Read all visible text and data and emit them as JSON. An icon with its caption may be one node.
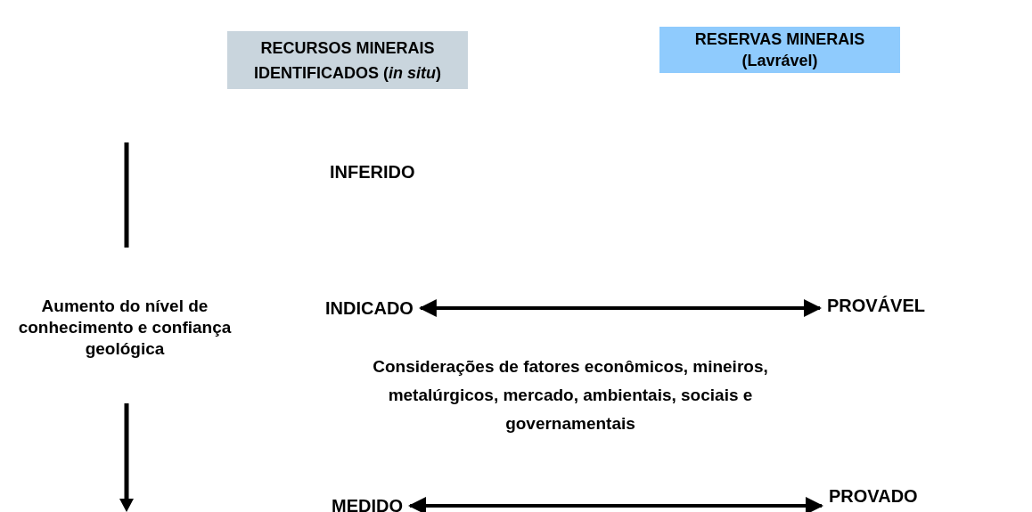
{
  "diagram": {
    "nodes": [
      {
        "text": [
          "RECURSOS MINERAIS IDENTIFICADOS (*in situ*)"
        ]
      },
      {
        "text": [
          "RESERVAS MINERAIS (Lavrável)"
        ]
      },
      {
        "text": [
          "INFERIDO"
        ]
      },
      {
        "text": [
          "INDICADO"
        ]
      },
      {
        "text": [
          "PROVÁVEL"
        ]
      },
      {
        "text": [
          "MEDIDO"
        ]
      },
      {
        "text": [
          "PROVADO"
        ]
      },
      {
        "text": [
          "Aumento do nível de conhecimento e confiança geológica"
        ]
      },
      {
        "text": [
          "Considerações de fatores econômicos, mineiros, metalúrgicos, mercado, ambientais, sociais e governamentais"
        ]
      }
    ],
    "edges": [
      {
        "from": 3,
        "to": 4,
        "arrow": "both"
      },
      {
        "from": 5,
        "to": 6,
        "arrow": "both"
      }
    ]
  }
}
